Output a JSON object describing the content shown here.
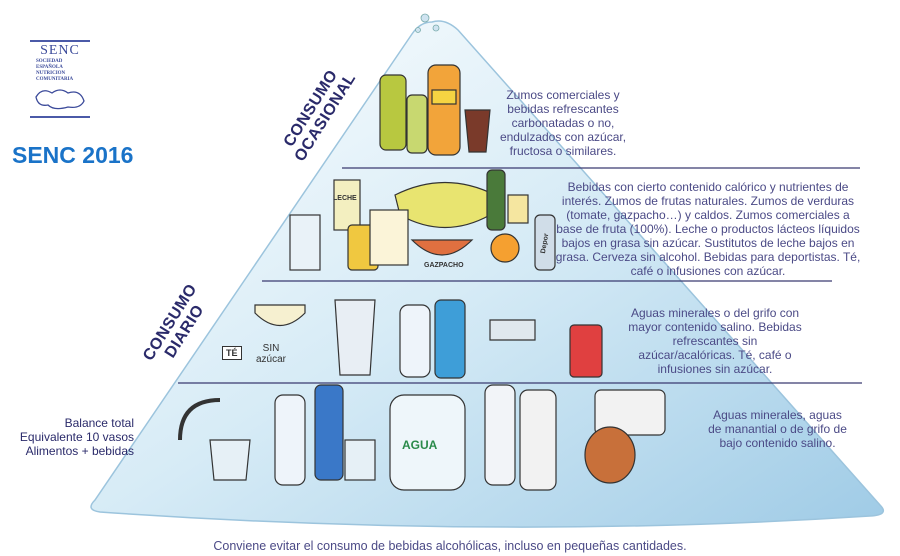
{
  "logo": {
    "acronym": "SENC",
    "lines": [
      "SOCIEDAD",
      "ESPAÑOLA",
      "NUTRICION",
      "COMUNITARIA"
    ]
  },
  "edition": "SENC 2016",
  "levels": {
    "occasional": {
      "label_line1": "CONSUMO",
      "label_line2": "OCASIONAL",
      "description": "Zumos comerciales y bebidas refrescantes carbonatadas o no, endulzados con azúcar, fructosa o similares."
    },
    "daily": {
      "label_line1": "CONSUMO",
      "label_line2": "DIARIO"
    },
    "tier2_description": "Bebidas con cierto contenido calórico y nutrientes de interés. Zumos de frutas naturales. Zumos de verduras (tomate, gazpacho…) y caldos. Zumos comerciales a base de fruta (100%). Leche o productos lácteos líquidos bajos en grasa sin azúcar. Sustitutos de leche bajos en grasa. Cerveza sin alcohol. Bebidas para deportistas. Té, café o infusiones con azúcar.",
    "tier3_description": "Aguas minerales o del grifo con mayor contenido salino. Bebidas refrescantes sin azúcar/acalóricas. Té, café o infusiones sin azúcar.",
    "base_description": "Aguas minerales, aguas de manantial o de grifo de bajo contenido salino."
  },
  "balance": {
    "line1": "Balance total",
    "line2": "Equivalente 10 vasos",
    "line3": "Alimentos + bebidas"
  },
  "illustration_labels": {
    "tea_tag": "TÉ",
    "sin_azucar_1": "SIN",
    "sin_azucar_2": "azúcar",
    "leche": "LECHE",
    "gazpacho": "GAZPACHO",
    "agua": "AGUA",
    "depor": "Depor"
  },
  "footer": "Conviene evitar el consumo de bebidas alcohólicas, incluso en pequeñas cantidades."
}
